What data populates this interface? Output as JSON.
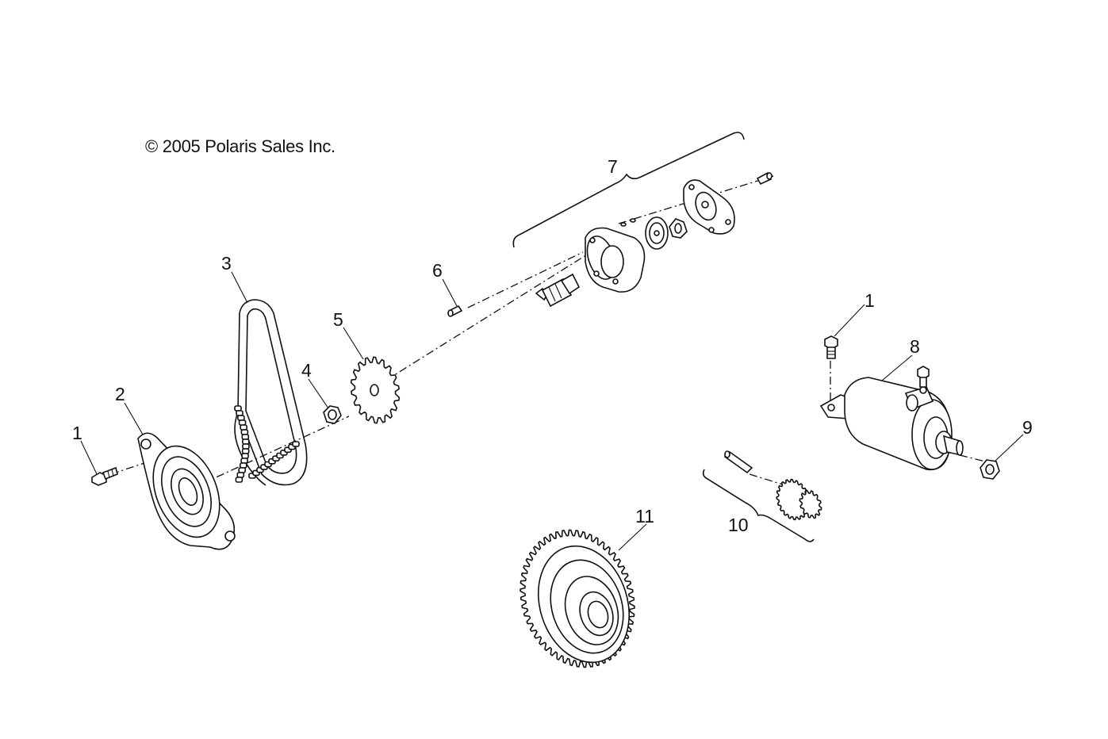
{
  "copyright": "© 2005 Polaris Sales Inc.",
  "callouts": [
    {
      "id": "c1a",
      "label": "1"
    },
    {
      "id": "c2",
      "label": "2"
    },
    {
      "id": "c3",
      "label": "3"
    },
    {
      "id": "c4",
      "label": "4"
    },
    {
      "id": "c5",
      "label": "5"
    },
    {
      "id": "c6",
      "label": "6"
    },
    {
      "id": "c7",
      "label": "7"
    },
    {
      "id": "c1b",
      "label": "1"
    },
    {
      "id": "c8",
      "label": "8"
    },
    {
      "id": "c9",
      "label": "9"
    },
    {
      "id": "c10",
      "label": "10"
    },
    {
      "id": "c11",
      "label": "11"
    }
  ]
}
